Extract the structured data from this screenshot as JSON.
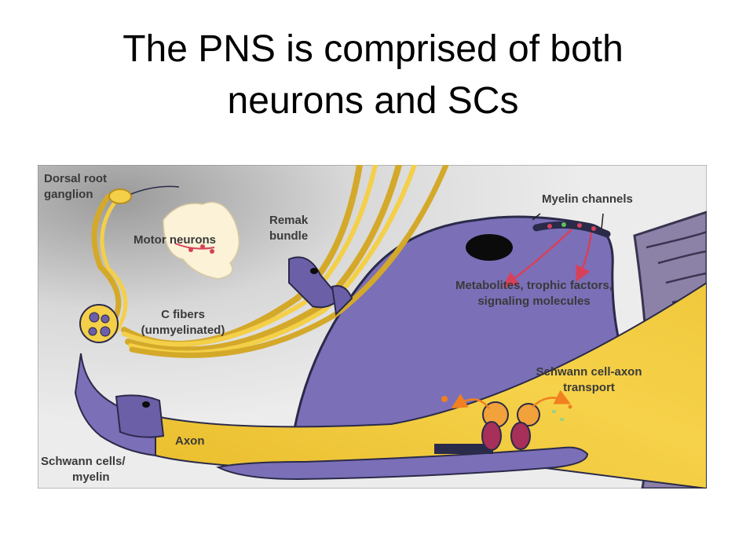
{
  "slide": {
    "title_line1": "The PNS is comprised of both",
    "title_line2": "neurons and SCs"
  },
  "figure": {
    "labels": {
      "drg_line1": "Dorsal root",
      "drg_line2": "ganglion",
      "motor_neurons": "Motor neurons",
      "remak_line1": "Remak",
      "remak_line2": "bundle",
      "myelin_channels": "Myelin channels",
      "metabolites_line1": "Metabolites, trophic factors,",
      "metabolites_line2": "signaling molecules",
      "cfibers_line1": "C fibers",
      "cfibers_line2": "(unmyelinated)",
      "transport_line1": "Schwann cell-axon",
      "transport_line2": "transport",
      "axon": "Axon",
      "schwann_line1": "Schwann cells/",
      "schwann_line2": "myelin"
    },
    "colors": {
      "axon_yellow": "#f4cf48",
      "schwann_purple": "#7b6fb8",
      "outline": "#2a2a4a",
      "background_gray": "#cfcfcf",
      "arrow_orange": "#f08020",
      "signal_red": "#d8405a"
    }
  }
}
